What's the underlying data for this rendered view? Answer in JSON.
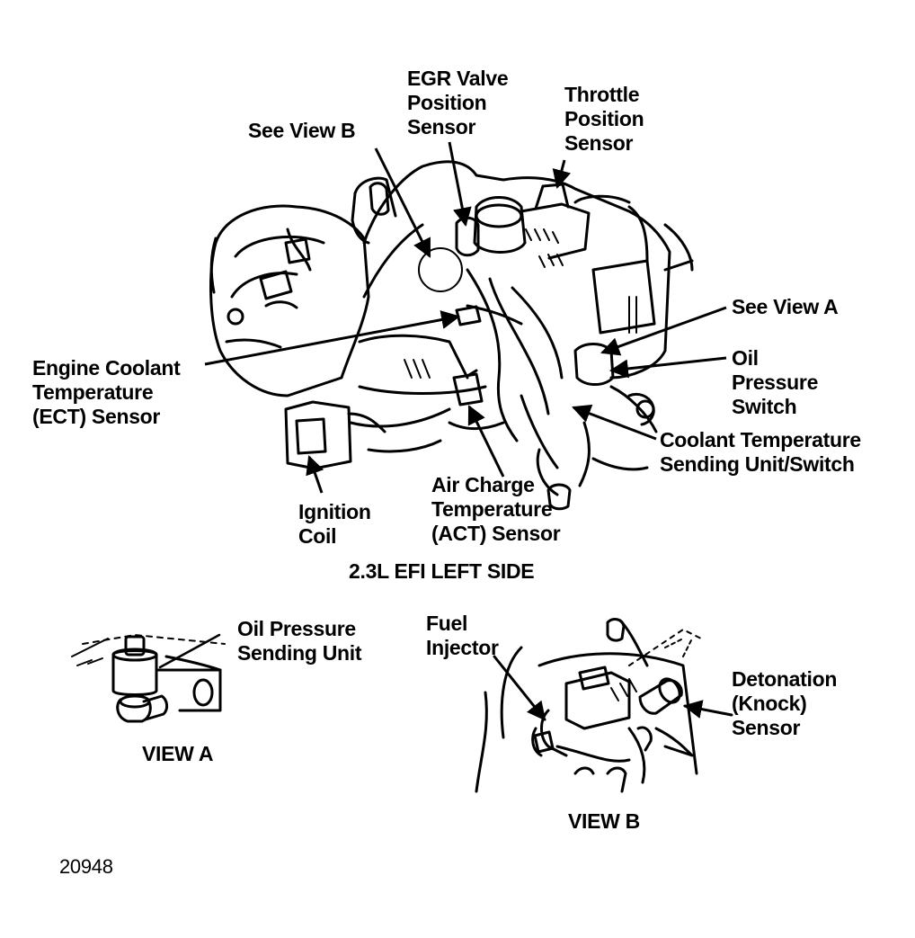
{
  "main_view": {
    "caption": "2.3L EFI LEFT SIDE",
    "labels": {
      "egr_valve_position_sensor": "EGR Valve\nPosition\nSensor",
      "throttle_position_sensor": "Throttle\nPosition\nSensor",
      "see_view_b": "See View B",
      "see_view_a": "See View A",
      "oil_pressure_switch": "Oil\nPressure\nSwitch",
      "engine_coolant_temperature_sensor": "Engine Coolant\nTemperature\n(ECT) Sensor",
      "coolant_temperature_sending_unit_switch": "Coolant Temperature\nSending Unit/Switch",
      "ignition_coil": "Ignition\nCoil",
      "air_charge_temperature_sensor": "Air Charge\nTemperature\n(ACT) Sensor"
    }
  },
  "view_a": {
    "caption": "VIEW A",
    "labels": {
      "oil_pressure_sending_unit": "Oil Pressure\nSending Unit"
    }
  },
  "view_b": {
    "caption": "VIEW B",
    "labels": {
      "fuel_injector": "Fuel\nInjector",
      "detonation_knock_sensor": "Detonation\n(Knock)\nSensor"
    }
  },
  "figure_number": "20948"
}
